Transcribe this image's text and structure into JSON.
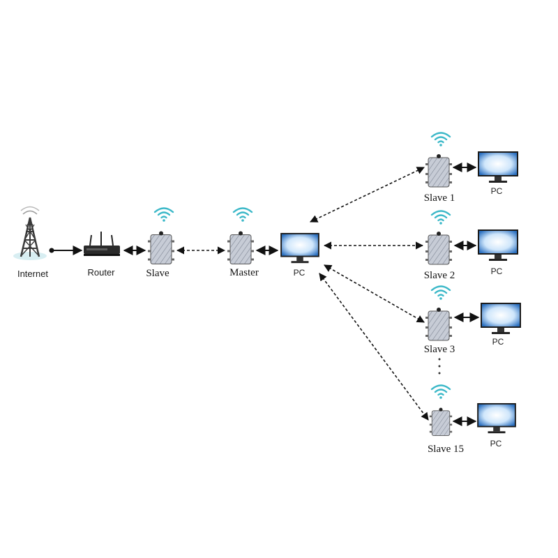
{
  "nodes": {
    "internet": {
      "label": "Internet",
      "icon": "cell-tower-icon"
    },
    "router": {
      "label": "Router",
      "icon": "router-icon"
    },
    "slave": {
      "label": "Slave",
      "icon": "wireless-bridge-icon"
    },
    "master": {
      "label": "Master",
      "icon": "wireless-bridge-icon"
    },
    "pc_center": {
      "label": "PC",
      "icon": "monitor-icon"
    },
    "slave1": {
      "label": "Slave 1",
      "icon": "wireless-bridge-icon"
    },
    "slave2": {
      "label": "Slave 2",
      "icon": "wireless-bridge-icon"
    },
    "slave3": {
      "label": "Slave 3",
      "icon": "wireless-bridge-icon"
    },
    "slave15": {
      "label": "Slave 15",
      "icon": "wireless-bridge-icon"
    },
    "pc1": {
      "label": "PC",
      "icon": "monitor-icon"
    },
    "pc2": {
      "label": "PC",
      "icon": "monitor-icon"
    },
    "pc3": {
      "label": "PC",
      "icon": "monitor-icon"
    },
    "pc15": {
      "label": "PC",
      "icon": "monitor-icon"
    }
  },
  "ellipsis": "·\n·\n·",
  "colors": {
    "wifi": "#3bb8c8",
    "line": "#111111",
    "screen_edge": "#1c5fb0",
    "screen_center": "#ffffff",
    "device_body": "#c9cdd6",
    "tower": "#3a3a3a"
  }
}
